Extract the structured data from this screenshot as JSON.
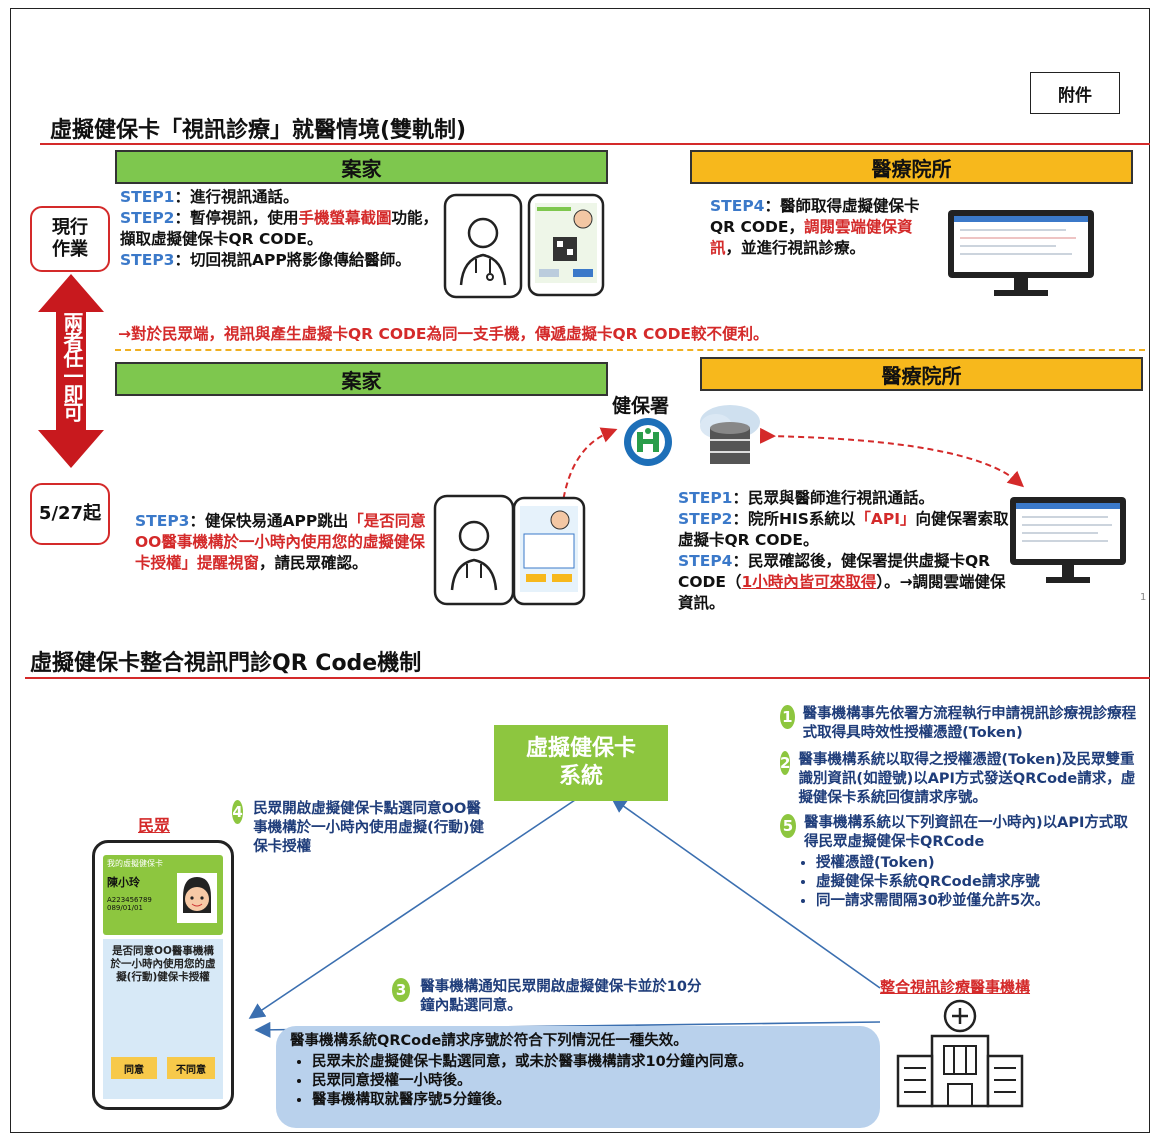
{
  "attachment_label": "附件",
  "section1": {
    "title": "虛擬健保卡「視訊診療」就醫情境(雙軌制)",
    "patient_bar_1": "案家",
    "clinic_bar_1": "醫療院所",
    "patient_bar_2": "案家",
    "clinic_bar_2": "醫療院所",
    "current_label": "現行\n作業",
    "date_label": "5/27起",
    "arrow_text": "兩者任一即可",
    "current_steps": {
      "s1_label": "STEP1",
      "s1_text": "：進行視訊通話。",
      "s2_label": "STEP2",
      "s2_a": "：暫停視訊，使用",
      "s2_red": "手機螢幕截圖",
      "s2_b": "功能，擷取虛擬健保卡QR CODE。",
      "s3_label": "STEP3",
      "s3_text": "：切回視訊APP將影像傳給醫師。"
    },
    "current_clinic": {
      "s4_label": "STEP4",
      "s4_a": "：醫師取得虛擬健保卡QR CODE，",
      "s4_red": "調閱雲端健保資訊",
      "s4_b": "，並進行視訊診療。"
    },
    "note": "→對於民眾端，視訊與產生虛擬卡QR CODE為同一支手機，傳遞虛擬卡QR CODE較不便利。",
    "nhia_label": "健保署",
    "new_patient": {
      "s3_label": "STEP3",
      "s3_a": "：健保快易通APP跳出",
      "s3_red": "「是否同意OO醫事機構於一小時內使用您的虛擬健保卡授權」提醒視窗",
      "s3_b": "，請民眾確認。"
    },
    "new_clinic": {
      "s1_label": "STEP1",
      "s1_text": "：民眾與醫師進行視訊通話。",
      "s2_label": "STEP2",
      "s2_a": "：院所HIS系統以",
      "s2_red": "「API」",
      "s2_b": "向健保署索取虛擬卡QR CODE。",
      "s4_label": "STEP4",
      "s4_a": "：民眾確認後，健保署提供虛擬卡QR CODE（",
      "s4_red": "1小時內皆可來取得",
      "s4_b": "）。→調閱雲端健保資訊。"
    },
    "page_number": "1"
  },
  "section2": {
    "title": "虛擬健保卡整合視訊門診QR Code機制",
    "system_box": "虛擬健保卡\n系統",
    "people_label": "民眾",
    "institution_label": "整合視訊診療醫事機構",
    "step1_num": "1",
    "step1_text": "醫事機構事先依署方流程執行申請視訊診療視診療程式取得具時效性授權憑證(Token)",
    "step2_num": "2",
    "step2_text": "醫事機構系統以取得之授權憑證(Token)及民眾雙重識別資訊(如證號)以API方式發送QRCode請求，虛擬健保卡系統回復請求序號。",
    "step5_num": "5",
    "step5_text": "醫事機構系統以下列資訊在一小時內)以API方式取得民眾虛擬健保卡QRCode",
    "step5_bullets": [
      "授權憑證(Token)",
      "虛擬健保卡系統QRCode請求序號",
      "同一請求需間隔30秒並僅允許5次。"
    ],
    "step4_num": "4",
    "step4_text": "民眾開啟虛擬健保卡點選同意OO醫事機構於一小時內使用虛擬(行動)健保卡授權",
    "step3_num": "3",
    "step3_text": "醫事機構通知民眾開啟虛擬健保卡並於10分鐘內點選同意。",
    "invalid_title": "醫事機構系統QRCode請求序號於符合下列情況任一種失效。",
    "invalid_items": [
      "民眾未於虛擬健保卡點選同意，或未於醫事機構請求10分鐘內同意。",
      "民眾同意授權一小時後。",
      "醫事機構取就醫序號5分鐘後。"
    ],
    "phone": {
      "header": "我的虛擬健保卡",
      "name": "陳小玲",
      "id": "A223456789",
      "date": "089/01/01",
      "prompt": "是否同意OO醫事機構於一小時內使用您的虛擬(行動)健保卡授權",
      "agree": "同意",
      "disagree": "不同意"
    }
  },
  "colors": {
    "green": "#7ec74e",
    "orange": "#f7b81c",
    "red": "#d42a2a",
    "step_blue": "#3b79c9",
    "flow_blue": "#1f3d7a"
  }
}
